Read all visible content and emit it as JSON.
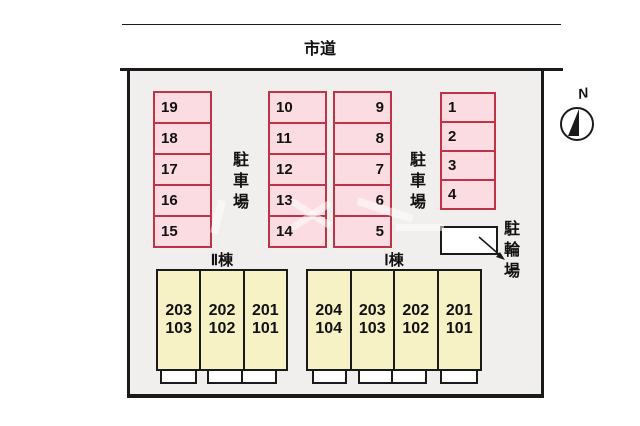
{
  "road": {
    "label": "市道"
  },
  "compass": {
    "label": "N"
  },
  "parking": {
    "left_label": "駐車場",
    "right_label": "駐車場",
    "columns": [
      {
        "align": "left",
        "stalls": [
          "19",
          "18",
          "17",
          "16",
          "15"
        ]
      },
      {
        "align": "left",
        "stalls": [
          "10",
          "11",
          "12",
          "13",
          "14"
        ]
      },
      {
        "align": "right",
        "stalls": [
          "9",
          "8",
          "7",
          "6",
          "5"
        ]
      },
      {
        "align": "left",
        "stalls": [
          "1",
          "2",
          "3",
          "4"
        ]
      }
    ]
  },
  "bicycle": {
    "label": "駐輪場"
  },
  "buildings": [
    {
      "name": "Ⅱ棟",
      "units": [
        {
          "upper": "203",
          "lower": "103"
        },
        {
          "upper": "202",
          "lower": "102"
        },
        {
          "upper": "201",
          "lower": "101"
        }
      ]
    },
    {
      "name": "Ⅰ棟",
      "units": [
        {
          "upper": "204",
          "lower": "104"
        },
        {
          "upper": "203",
          "lower": "103"
        },
        {
          "upper": "202",
          "lower": "102"
        },
        {
          "upper": "201",
          "lower": "101"
        }
      ]
    }
  ],
  "colors": {
    "stall_fill": "#fbdce3",
    "stall_border": "#be3447",
    "building_fill": "#f7f1c6",
    "site_fill": "#f0efed",
    "line": "#1a1a1a"
  }
}
